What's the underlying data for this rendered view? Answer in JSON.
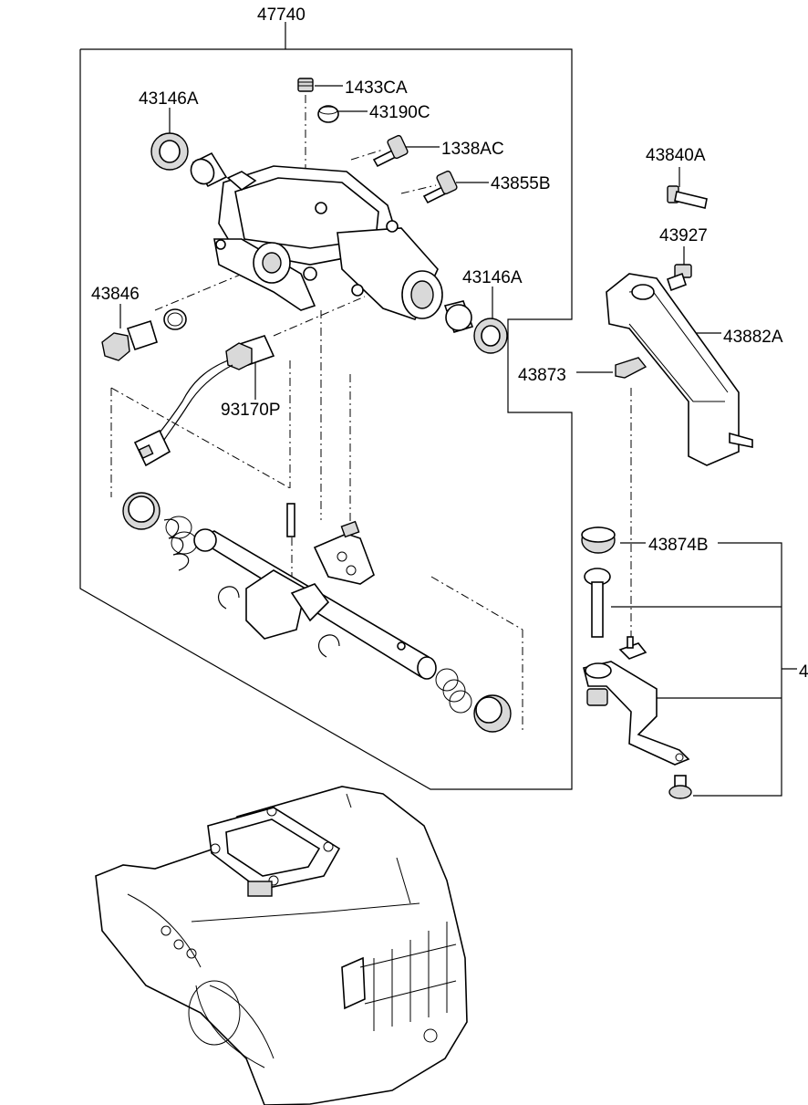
{
  "labels": {
    "p47740": "47740",
    "p1433CA": "1433CA",
    "p43190C": "43190C",
    "p1338AC": "1338AC",
    "p43855B": "43855B",
    "p43146A_top": "43146A",
    "p43146A_right": "43146A",
    "p43846": "43846",
    "p93170P": "93170P",
    "p43840A": "43840A",
    "p43927": "43927",
    "p43882A": "43882A",
    "p43873": "43873",
    "p43874B": "43874B",
    "p_cut": "4"
  },
  "icons": [
    "shift-control-housing-icon",
    "seal-ring-icon",
    "bushing-icon",
    "plug-icon",
    "bolt-icon",
    "sensor-icon",
    "connector-icon",
    "shift-rail-icon",
    "spring-icon",
    "snap-ring-icon",
    "lever-icon",
    "transmission-case-icon"
  ]
}
